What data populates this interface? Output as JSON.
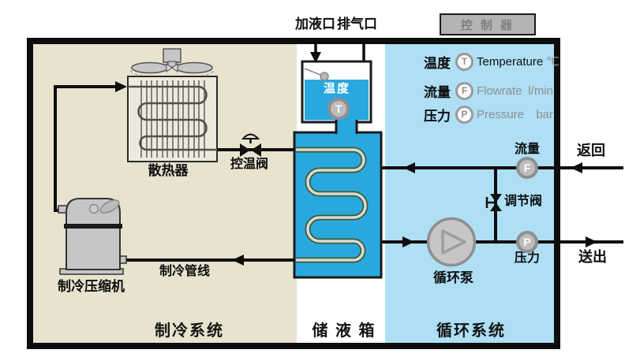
{
  "top": {
    "fill_port": "加液口",
    "vent_port": "排气口",
    "controller": "控 制 器"
  },
  "legend": [
    {
      "label": "温度",
      "symbol": "T",
      "name": "Temperature",
      "unit": "℃"
    },
    {
      "label": "流量",
      "symbol": "F",
      "name": "Flowrate",
      "unit": "l/min"
    },
    {
      "label": "压力",
      "symbol": "P",
      "name": "Pressure",
      "unit": "bar"
    }
  ],
  "zones": {
    "cooling": "制冷系统",
    "reservoir": "储 液 箱",
    "circulation": "循环系统"
  },
  "labels": {
    "radiator": "散热器",
    "temp_control_valve": "控温阀",
    "compressor": "制冷压缩机",
    "cooling_line": "制冷管线",
    "reservoir_temp": "温度",
    "pump": "循环泵",
    "regulating_valve": "调节阀",
    "flow": "流量",
    "pressure": "压力",
    "return": "返回",
    "outlet": "送出"
  },
  "sensors": {
    "temperature": "T",
    "flow": "F",
    "pressure": "P"
  },
  "colors": {
    "liquid_blue": "#29a8e0",
    "zone_cooling": "#e7e3cf",
    "zone_circulation": "#aedff5",
    "component_gray": "#c6c6c6",
    "controller_gray": "#b4b4b4",
    "line_black": "#0d0d0d",
    "coil_green": "#3c5c30"
  }
}
